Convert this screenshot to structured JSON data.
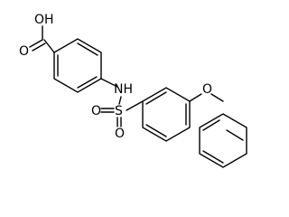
{
  "molecule": {
    "atoms": {
      "oh": "OH",
      "o_carbonyl": "O",
      "nh": "NH",
      "s": "S",
      "o_sulfonyl_top": "O",
      "o_sulfonyl_bottom": "O",
      "o_ether": "O"
    }
  },
  "colors": {
    "bond": "#000000",
    "label": "#000000",
    "background": "#ffffff"
  }
}
